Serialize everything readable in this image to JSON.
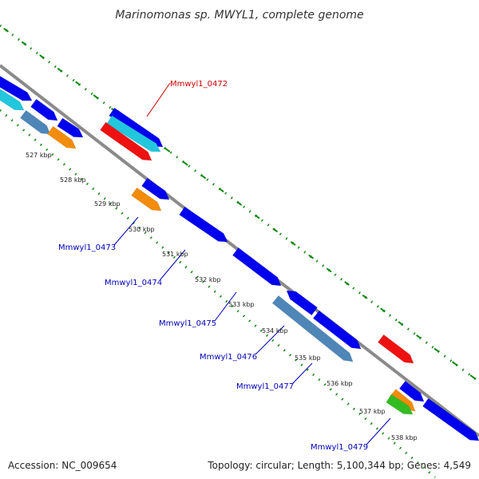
{
  "title": "Marinomonas sp. MWYL1, complete genome",
  "footer": {
    "accession": "Accession: NC_009654",
    "topology": "Topology: circular; Length: 5,100,344 bp; Genes: 4,549"
  },
  "colors": {
    "backbone": "#8a8a8a",
    "cds": "#0000ee",
    "cyan": "#22c7dd",
    "steel": "#4f86b8",
    "orange": "#f28c0a",
    "red": "#ee1111",
    "green": "#33bb22",
    "dots": "#118811",
    "label_blue": "#0000bb",
    "label_red": "#cc0000"
  },
  "ticks": [
    {
      "label": "527 kbp"
    },
    {
      "label": "528 kbp"
    },
    {
      "label": "529 kbp"
    },
    {
      "label": "530 kbp"
    },
    {
      "label": "531 kbp"
    },
    {
      "label": "532 kbp"
    },
    {
      "label": "533 kbp"
    },
    {
      "label": "534 kbp"
    },
    {
      "label": "535 kbp"
    },
    {
      "label": "536 kbp"
    },
    {
      "label": "537 kbp"
    },
    {
      "label": "538 kbp"
    }
  ],
  "gene_labels": [
    {
      "text": "Mmwyl1_0472",
      "color": "red"
    },
    {
      "text": "Mmwyl1_0473",
      "color": "blue"
    },
    {
      "text": "Mmwyl1_0474",
      "color": "blue"
    },
    {
      "text": "Mmwyl1_0475",
      "color": "blue"
    },
    {
      "text": "Mmwyl1_0476",
      "color": "blue"
    },
    {
      "text": "Mmwyl1_0477",
      "color": "blue"
    },
    {
      "text": "Mmwyl1_0479",
      "color": "blue"
    }
  ]
}
